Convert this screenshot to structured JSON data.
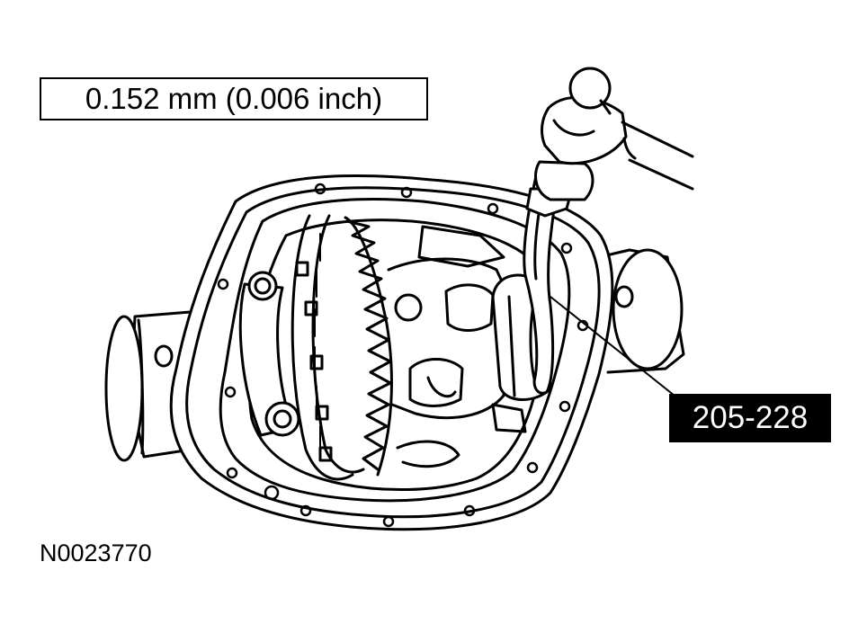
{
  "spec_label": "0.152 mm (0.006 inch)",
  "tool_label": "205-228",
  "figure_id": "N0023770"
}
